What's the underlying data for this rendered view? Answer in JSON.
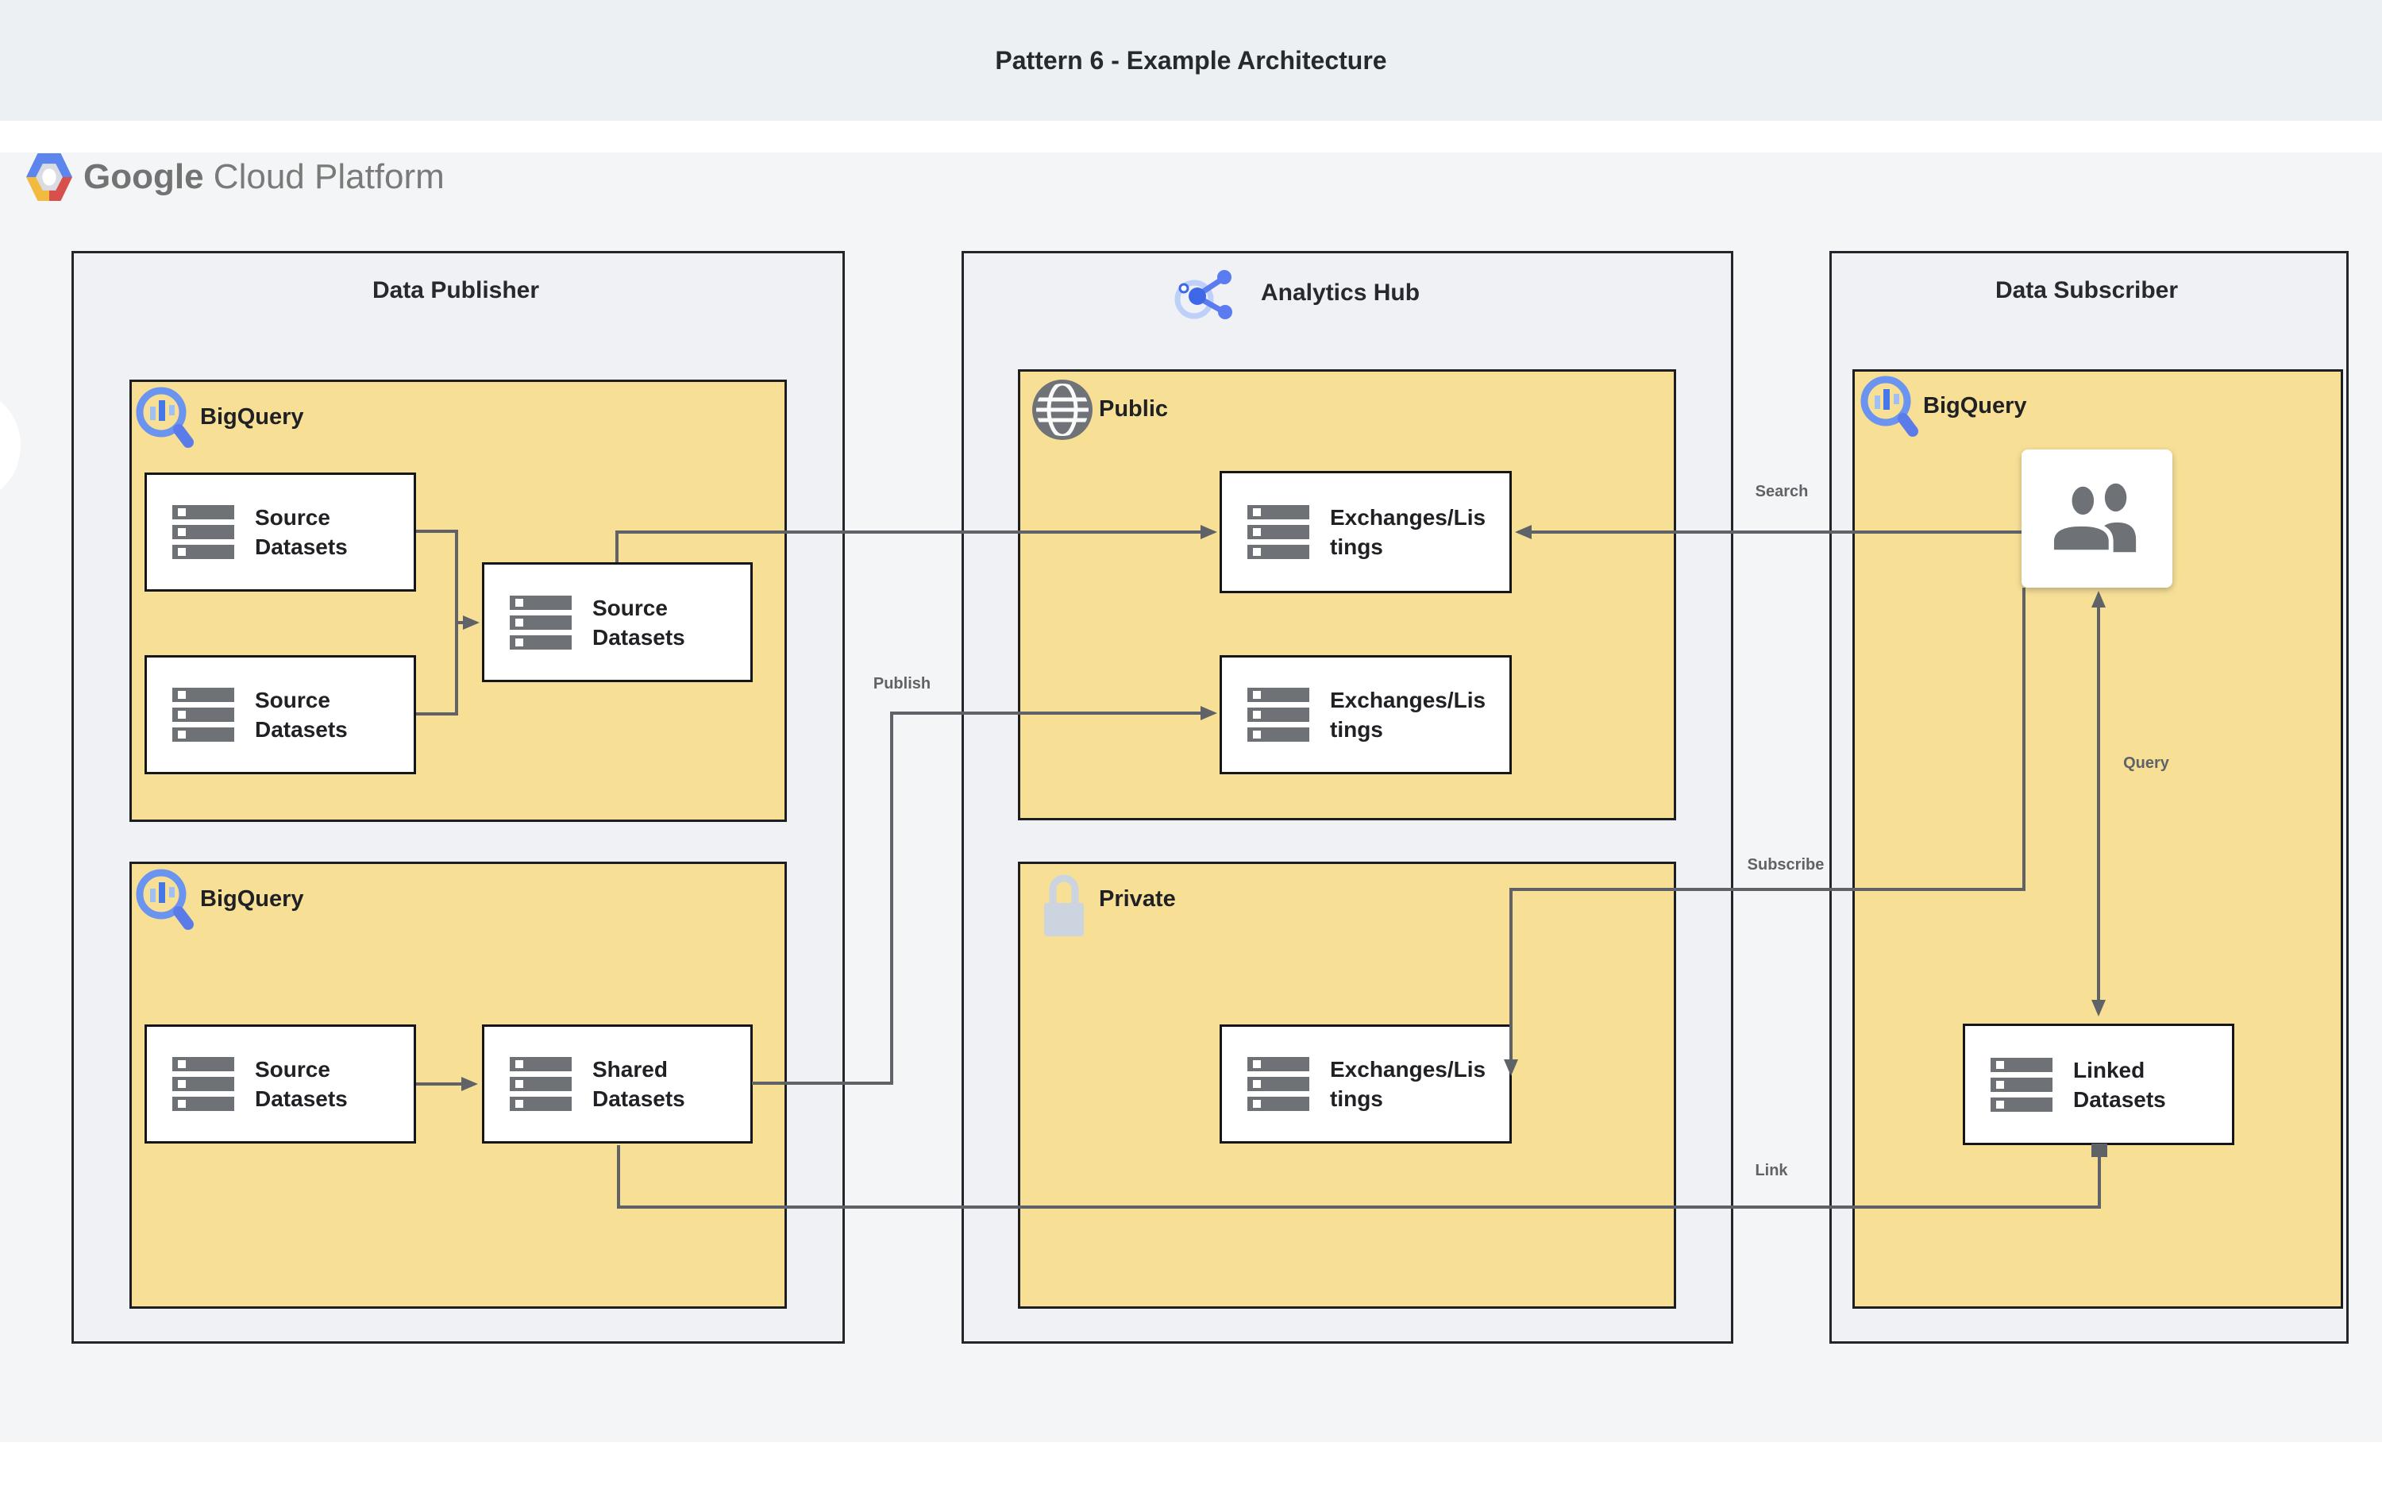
{
  "header": {
    "title": "Pattern 6 - Example Architecture"
  },
  "brand": {
    "google": "Google",
    "cloud_platform": "Cloud Platform"
  },
  "containers": {
    "publisher": {
      "title": "Data Publisher"
    },
    "hub": {
      "title": "Analytics Hub"
    },
    "subscriber": {
      "title": "Data Subscriber"
    }
  },
  "groups": {
    "publisher_bigquery_top": {
      "label": "BigQuery"
    },
    "publisher_bigquery_bottom": {
      "label": "BigQuery"
    },
    "subscriber_bigquery": {
      "label": "BigQuery"
    },
    "hub_public": {
      "label": "Public"
    },
    "hub_private": {
      "label": "Private"
    }
  },
  "nodes": {
    "source_datasets_1": {
      "line1": "Source",
      "line2": "Datasets"
    },
    "source_datasets_2": {
      "line1": "Source",
      "line2": "Datasets"
    },
    "source_datasets_merged": {
      "line1": "Source",
      "line2": "Datasets"
    },
    "source_datasets_3": {
      "line1": "Source",
      "line2": "Datasets"
    },
    "shared_datasets": {
      "line1": "Shared",
      "line2": "Datasets"
    },
    "exchanges_listings_public_1": {
      "line1": "Exchanges/Lis",
      "line2": "tings"
    },
    "exchanges_listings_public_2": {
      "line1": "Exchanges/Lis",
      "line2": "tings"
    },
    "exchanges_listings_private": {
      "line1": "Exchanges/Lis",
      "line2": "tings"
    },
    "linked_datasets": {
      "line1": "Linked",
      "line2": "Datasets"
    }
  },
  "edge_labels": {
    "publish": "Publish",
    "search": "Search",
    "subscribe": "Subscribe",
    "query": "Query",
    "link": "Link"
  },
  "colors": {
    "group_yellow": "#F7E096",
    "connector_gray": "#5F6368",
    "border_dark": "#1C1E21",
    "bigquery_blue": "#6B93F0",
    "icon_gray": "#6E7276"
  }
}
